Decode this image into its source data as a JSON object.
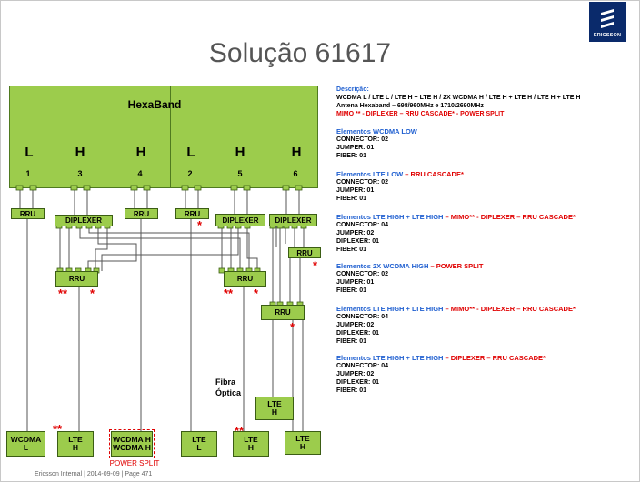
{
  "title": "Solução 61617",
  "logo": {
    "text": "ERICSSON"
  },
  "hexaband": {
    "title": "HexaBand",
    "bands": [
      "L",
      "H",
      "H",
      "L",
      "H",
      "H"
    ],
    "ports": [
      "1",
      "3",
      "4",
      "2",
      "5",
      "6"
    ]
  },
  "boxes": {
    "rru": "RRU",
    "diplexer": "DIPLEXER",
    "wcdma_l": "WCDMA\nL",
    "lte_h": "LTE\nH",
    "lte_l": "LTE\nL",
    "wcdma_hh": "WCDMA H\nWCDMA H"
  },
  "marks": {
    "single": "*",
    "double": "**"
  },
  "fibra": "Fibra\nÓptica",
  "power_split": "POWER SPLIT",
  "footer": "Ericsson Internal  |  2014-09-09  |  Page 471",
  "right": {
    "desc_label": "Descrição:",
    "desc_line1": "WCDMA L / LTE L / LTE H + LTE H / 2X WCDMA H / LTE H + LTE H / LTE H + LTE H",
    "desc_line2": "Antena Hexaband – 698/960MHz  e  1710/2690MHz",
    "desc_line3": "MIMO ** - DIPLEXER – RRU CASCADE* - POWER SPLIT",
    "sections": [
      {
        "title_blue": "Elementos WCDMA LOW",
        "title_red": "",
        "lines": [
          "CONNECTOR: 02",
          "JUMPER: 01",
          "FIBER: 01"
        ]
      },
      {
        "title_blue": "Elementos LTE LOW",
        "title_red": " – RRU CASCADE*",
        "lines": [
          "CONNECTOR: 02",
          "JUMPER: 01",
          "FIBER: 01"
        ]
      },
      {
        "title_blue": "Elementos  LTE HIGH + LTE HIGH",
        "title_red": " – MIMO** - DIPLEXER – RRU CASCADE*",
        "lines": [
          "CONNECTOR: 04",
          "JUMPER: 02",
          "DIPLEXER: 01",
          "FIBER: 01"
        ]
      },
      {
        "title_blue": "Elementos 2X WCDMA HIGH",
        "title_red": " – POWER SPLIT",
        "lines": [
          "CONNECTOR: 02",
          "JUMPER: 01",
          "FIBER: 01"
        ]
      },
      {
        "title_blue": "Elementos  LTE HIGH + LTE HIGH",
        "title_red": " – MIMO** - DIPLEXER – RRU CASCADE*",
        "lines": [
          "CONNECTOR: 04",
          "JUMPER: 02",
          "DIPLEXER: 01",
          "FIBER: 01"
        ]
      },
      {
        "title_blue": "Elementos  LTE HIGH + LTE HIGH",
        "title_red": " – DIPLEXER – RRU CASCADE*",
        "lines": [
          "CONNECTOR: 04",
          "JUMPER: 02",
          "DIPLEXER: 01",
          "FIBER: 01"
        ]
      }
    ]
  }
}
